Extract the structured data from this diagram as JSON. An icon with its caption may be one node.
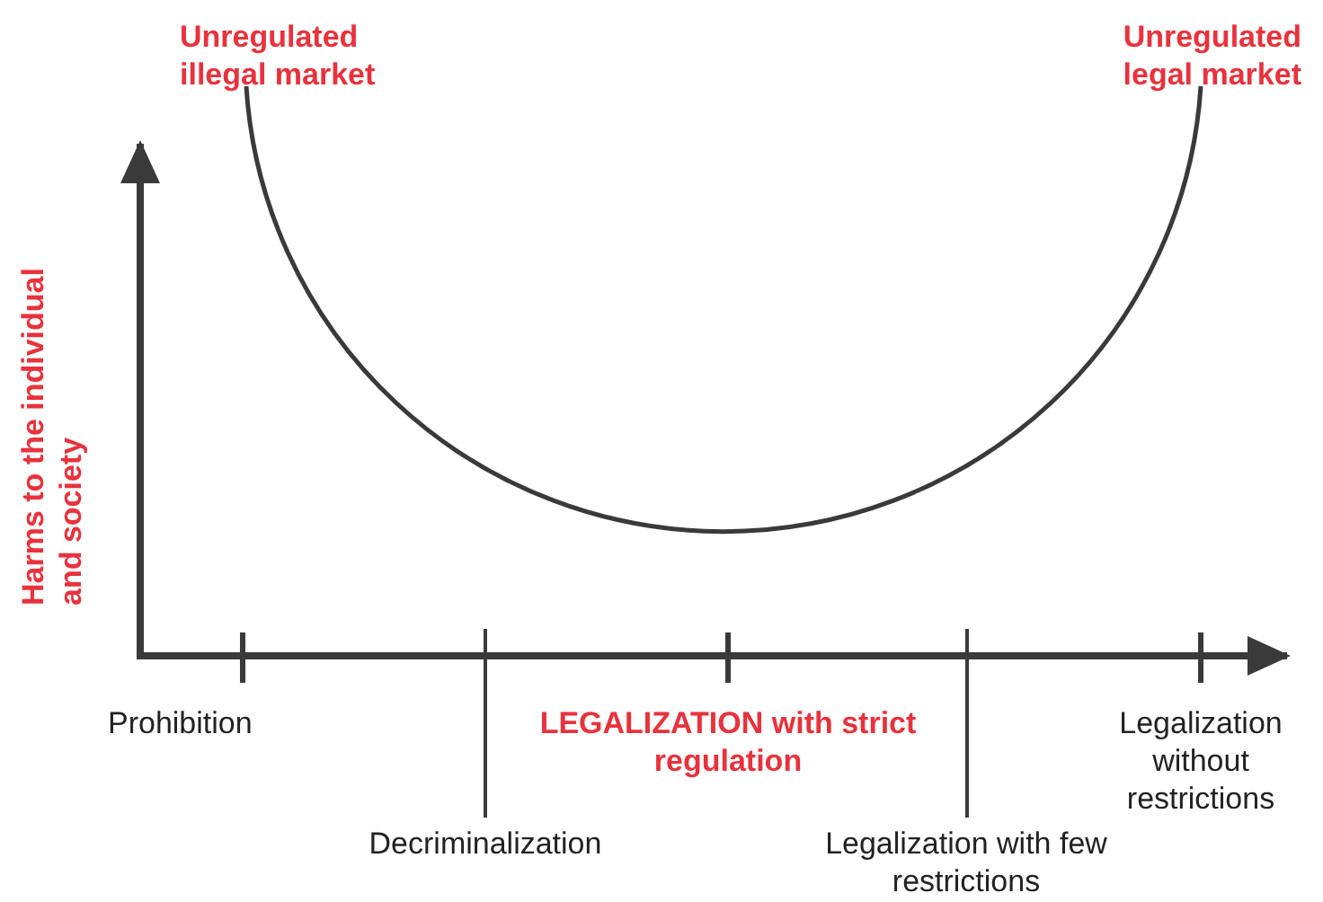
{
  "diagram": {
    "labels": [
      "Unregulated illegal market",
      "Unregulated legal market",
      "Harms to the individual and society",
      "Prohibition",
      "LEGALIZATION with strict regulation",
      "Legalization without restrictions",
      "Decriminalization",
      "Legalization with few restrictions"
    ]
  }
}
